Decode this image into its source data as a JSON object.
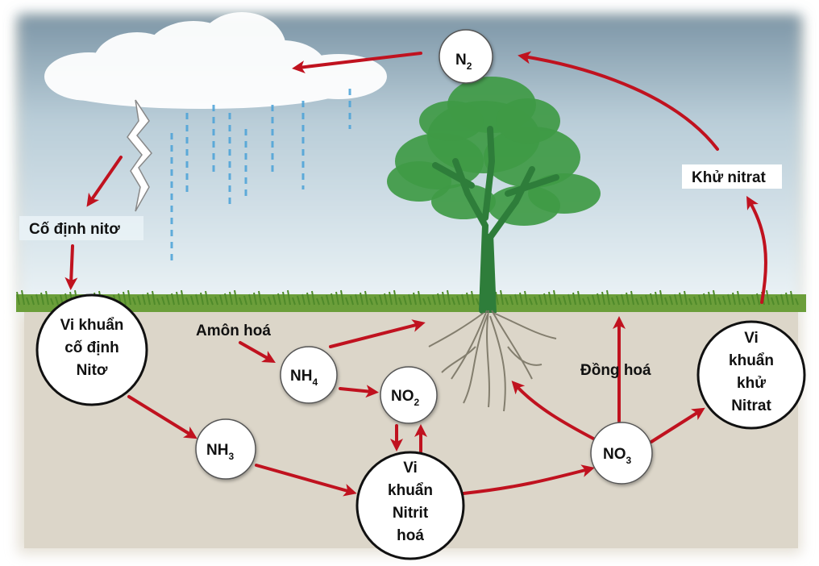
{
  "molecules": {
    "n2": {
      "base": "N",
      "sub": "2"
    },
    "nh4": {
      "base": "NH",
      "sub": "4"
    },
    "no2": {
      "base": "NO",
      "sub": "2"
    },
    "nh3": {
      "base": "NH",
      "sub": "3"
    },
    "no3": {
      "base": "NO",
      "sub": "3"
    }
  },
  "bacteria": {
    "fixing": [
      "Vi khuẩn",
      "cố định",
      "Nitơ"
    ],
    "nitrifying": [
      "Vi",
      "khuẩn",
      "Nitrit",
      "hoá"
    ],
    "denitrifying": [
      "Vi",
      "khuẩn",
      "khử",
      "Nitrat"
    ]
  },
  "processes": {
    "fixation": "Cố định nitơ",
    "ammonification": "Amôn  hoá",
    "assimilation": "Đồng hoá",
    "denitrification": "Khử nitrat"
  },
  "colors": {
    "arrow": "#c0121f",
    "sky_top": "#7c95a6",
    "sky_bottom": "#eef5f8",
    "soil": "#ddd8cc",
    "grass": "#6b9e3a",
    "tree_leaf": "#3f9a45",
    "trunk": "#2e7d3a",
    "roots": "#7a7565"
  }
}
